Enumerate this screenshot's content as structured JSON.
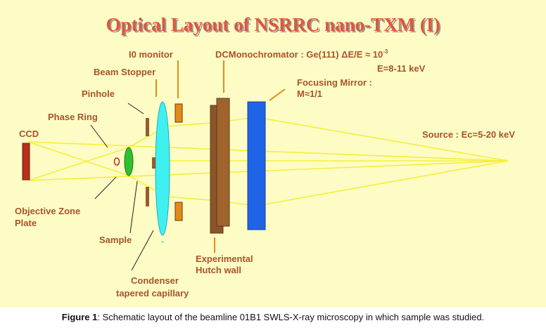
{
  "title": "Optical Layout of NSRRC nano-TXM (I)",
  "labels": {
    "i0_monitor": "I0 monitor",
    "dcm_line1": "DCMonochromator : Ge(111) ΔE/E ≈ 10",
    "dcm_exp": "-3",
    "dcm_line2": "E=8-11 keV",
    "beam_stopper": "Beam Stopper",
    "pinhole": "Pinhole",
    "phase_ring": "Phase Ring",
    "ccd": "CCD",
    "focusing_mirror_1": "Focusing Mirror :",
    "focusing_mirror_2": "M≈1/1",
    "source": "Source : Ec=5-20 keV",
    "ozp_1": "Objective Zone",
    "ozp_2": "Plate",
    "sample": "Sample",
    "hutch_1": "Experimental",
    "hutch_2": "Hutch wall",
    "condenser_1": "Condenser",
    "condenser_2": "tapered capillary"
  },
  "caption": {
    "label": "Figure 1",
    "text": ": Schematic layout of the beamline 01B1 SWLS-X-ray microscopy in which sample was studied."
  },
  "colors": {
    "background": "#fcfcc4",
    "beam": "#f5ef3c",
    "label": "#a9532a",
    "title": "#e0563a",
    "mirror": "#1f63e6",
    "hutch_wall": "#a0632e",
    "condenser": "#3ff0f0",
    "zone_plate": "#2ec02e",
    "ccd": "#b5311c",
    "monitor": "#e48a1a"
  }
}
